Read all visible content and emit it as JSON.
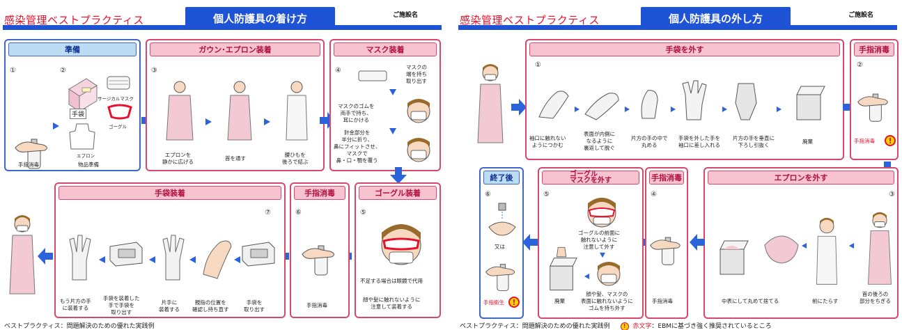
{
  "left": {
    "title": "感染管理ベストプラクティス",
    "tab": "個人防護具の着け方",
    "facility": "ご施設名",
    "footer": "ベストプラクティス：問題解決のための優れた実践例",
    "sections": {
      "prep": "準備",
      "gown": "ガウン･エプロン装着",
      "mask": "マスク装着",
      "gloves": "手袋装着",
      "hand": "手指消毒",
      "goggle": "ゴーグル装着"
    },
    "numbers": [
      "①",
      "②",
      "③",
      "④",
      "⑤",
      "⑥",
      "⑦"
    ],
    "labels": {
      "surgical_mask": "サージカルマスク",
      "gloves": "手袋",
      "goggles": "ゴーグル",
      "apron": "エプロン"
    },
    "captions": {
      "hand_disinfect": "手指消毒",
      "prepare_items": "物品準備",
      "spread_apron": "エプロンを\n静かに広げる",
      "through_neck": "首を通す",
      "tie_waist": "腰ひもを\n後ろで結ぶ",
      "mask_hold": "マスクの\n端を持ち\n取り出す",
      "mask_ears": "マスクのゴムを\n両手で持ち、\n耳にかける",
      "mask_wire": "針金部分を\n半分に折り、\n鼻にフィットさせ、\nマスクで\n鼻・口・顎を覆う",
      "goggle_glasses": "不足する場合は眼鏡で代用",
      "goggle_face": "顔や髪に触れないように\n注意して装着する",
      "hand6": "手指消毒",
      "g1": "もう片方の手\nに装着する",
      "g2": "手袋を装着した\n手で手袋を\n取り出す",
      "g3": "片手に\n装着する",
      "g4": "親指の位置を\n確認し持ち直す",
      "g5": "手袋を\n取り出す"
    }
  },
  "right": {
    "title": "感染管理ベストプラクティス",
    "tab": "個人防護具の外し方",
    "facility": "ご施設名",
    "footer": "ベストプラクティス：問題解決のための優れた実践例",
    "legend_red": "赤文字",
    "legend_text": "：EBMに基づき強く推奨されているところ",
    "sections": {
      "remove_gloves": "手袋を外す",
      "hand2": "手指消毒",
      "remove_apron": "エプロンを外す",
      "hand4": "手指消毒",
      "goggle_mask": "ゴーグル\nマスクを外す",
      "end": "終了後"
    },
    "numbers": [
      "①",
      "②",
      "③",
      "④",
      "⑤",
      "⑥"
    ],
    "captions": {
      "r1": "袖口に触れない\nようにつかむ",
      "r2": "表面が内側に\nなるように\n裏返して脱ぐ",
      "r3": "片方の手の中で\n丸める",
      "r4": "手袋を外した手を\n袖口に差し入れる",
      "r5": "片方の手を垂直に\n下ろし引抜く",
      "r6": "廃棄",
      "hand2": "手指消毒",
      "a1": "首の後ろの\n部分をちぎる",
      "a2": "前にたらす",
      "a3": "中表にして丸めて捨てる",
      "hand4": "手指消毒",
      "gm1": "ゴーグルの前面に\n触れないように\n注意して外す",
      "gm2": "顔や髪、マスクの\n表面に触れないように\nゴムを持ち外す",
      "gm3": "廃棄",
      "or": "又は",
      "hand_wash": "手指衛生"
    }
  }
}
